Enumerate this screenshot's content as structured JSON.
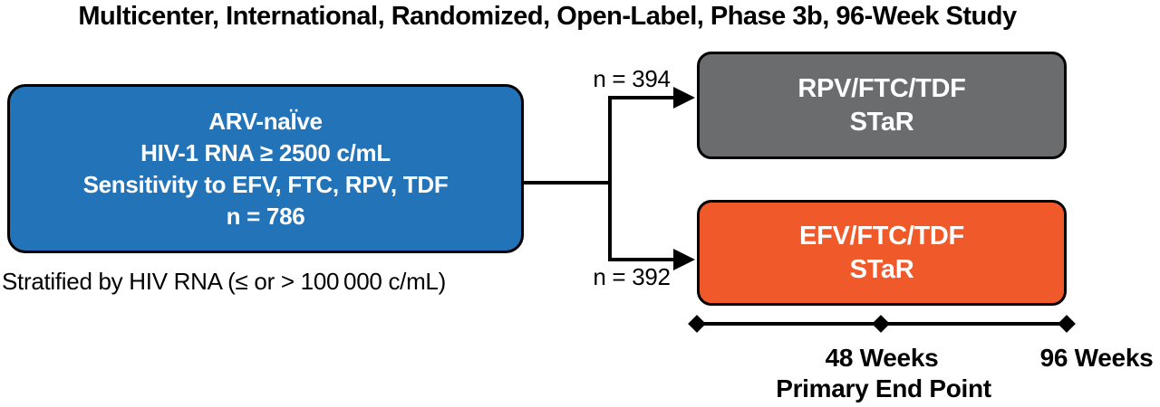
{
  "title": "Multicenter, International, Randomized, Open-Label, Phase 3b, 96-Week Study",
  "colors": {
    "enrollment_box_blue": "#2373B9",
    "rpv_arm_gray": "#6B6C6E",
    "efv_arm_orange": "#F0592A",
    "line_black": "#000000",
    "box_text_white": "#FFFFFF"
  },
  "enrollment_box": {
    "lines": [
      "ARV-naÏve",
      "HIV-1 RNA ≥ 2500 c/mL",
      "Sensitivity to EFV, FTC, RPV, TDF",
      "n = 786"
    ]
  },
  "stratification_note": "Stratified by HIV RNA (≤ or > 100 000 c/mL)",
  "arms": [
    {
      "n_label": "n = 394",
      "regimen": "RPV/FTC/TDF",
      "study_name": "STaR",
      "color": "#6B6C6E"
    },
    {
      "n_label": "n = 392",
      "regimen": "EFV/FTC/TDF",
      "study_name": "STaR",
      "color": "#F0592A"
    }
  ],
  "timeline": {
    "labels": [
      "48 Weeks",
      "96 Weeks"
    ],
    "caption": "Primary End Point"
  }
}
